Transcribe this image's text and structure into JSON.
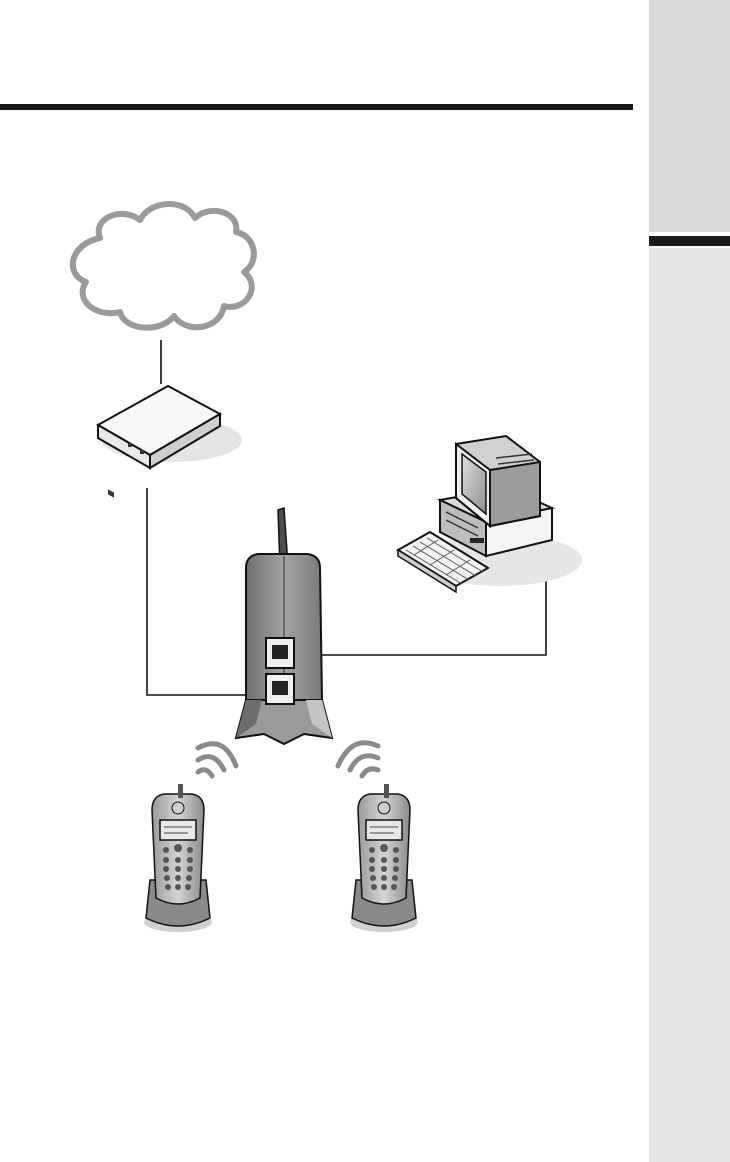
{
  "diagram": {
    "nodes": [
      {
        "id": "internet",
        "kind": "cloud",
        "icon": "cloud-icon"
      },
      {
        "id": "modem",
        "kind": "modem",
        "icon": "modem-icon"
      },
      {
        "id": "computer",
        "kind": "desktop-computer",
        "icon": "computer-icon"
      },
      {
        "id": "base-station",
        "kind": "phone-base-station",
        "icon": "base-station-icon"
      },
      {
        "id": "handset-1",
        "kind": "cordless-handset",
        "icon": "handset-icon"
      },
      {
        "id": "handset-2",
        "kind": "cordless-handset",
        "icon": "handset-icon"
      }
    ],
    "edges": [
      {
        "from": "internet",
        "to": "modem",
        "type": "wired"
      },
      {
        "from": "modem",
        "to": "base-station",
        "type": "wired"
      },
      {
        "from": "computer",
        "to": "base-station",
        "type": "wired"
      },
      {
        "from": "base-station",
        "to": "handset-1",
        "type": "wireless"
      },
      {
        "from": "base-station",
        "to": "handset-2",
        "type": "wireless"
      }
    ]
  },
  "colors": {
    "side_tab_top": "#d9d9d9",
    "side_tab_bottom": "#e6e6e6",
    "rule": "#1a1a1a",
    "device_body": "#8a8a8a",
    "device_light": "#e8e8e8",
    "outline": "#111111"
  }
}
